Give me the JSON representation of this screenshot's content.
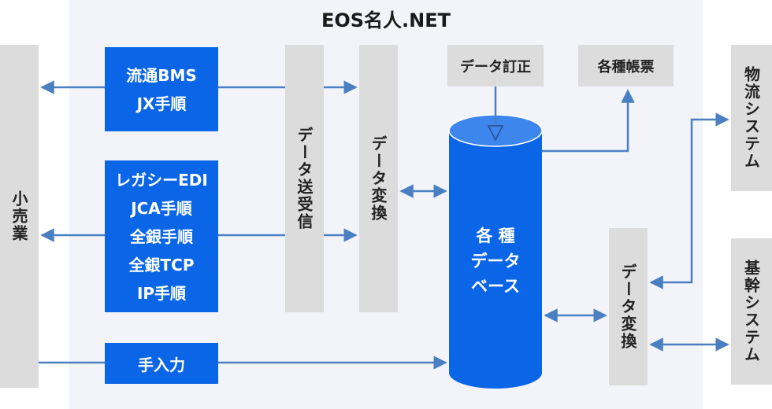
{
  "title": "EOS名人.NET",
  "retail": "小売業",
  "bms": {
    "lines": [
      "流通BMS",
      "JX手順"
    ]
  },
  "legacy": {
    "lines": [
      "レガシーEDI",
      "JCA手順",
      "全銀手順",
      "全銀TCP",
      "IP手順"
    ]
  },
  "manual": "手入力",
  "send_receive": "データ送受信",
  "convert_left": "データ変換",
  "correction": "データ訂正",
  "reports": "各種帳票",
  "database": {
    "lines": [
      "各 種",
      "データ",
      "ベース"
    ]
  },
  "convert_right": "データ変換",
  "logistics": "物流システム",
  "core": "基幹システム",
  "colors": {
    "accent": "#0a66e6",
    "arrow": "#4a7fc1",
    "gray_box": "#dcdcdc",
    "panel": "#f2f4fa"
  }
}
